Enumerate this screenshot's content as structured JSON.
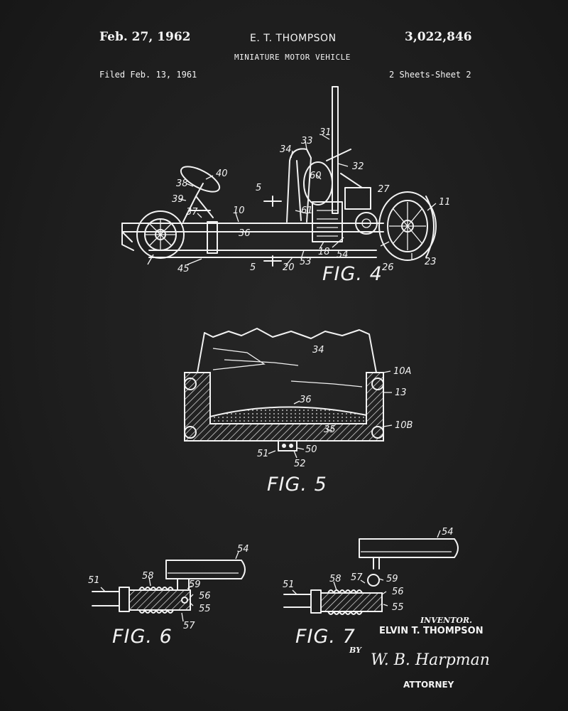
{
  "header": {
    "date": "Feb. 27, 1962",
    "inventor_name": "E. T. THOMPSON",
    "patent_number": "3,022,846",
    "title": "MINIATURE MOTOR VEHICLE",
    "filed": "Filed Feb. 13, 1961",
    "sheets": "2 Sheets-Sheet 2"
  },
  "fig4": {
    "caption": "FIG. 4",
    "labels": [
      "31",
      "33",
      "34",
      "32",
      "40",
      "60",
      "38",
      "5",
      "27",
      "11",
      "39",
      "37",
      "10",
      "61",
      "36",
      "45",
      "5",
      "20",
      "53",
      "18",
      "54",
      "26",
      "23"
    ]
  },
  "fig5": {
    "caption": "FIG. 5",
    "labels": [
      "34",
      "10A",
      "13",
      "36",
      "10B",
      "35",
      "51",
      "50",
      "52"
    ]
  },
  "fig6": {
    "caption": "FIG. 6",
    "labels": [
      "54",
      "51",
      "58",
      "59",
      "56",
      "55",
      "57"
    ]
  },
  "fig7": {
    "caption": "FIG. 7",
    "labels": [
      "54",
      "51",
      "58",
      "57",
      "59",
      "56",
      "55"
    ]
  },
  "footer": {
    "inventor_label": "INVENTOR.",
    "inventor_full_name": "ELVIN T. THOMPSON",
    "by": "BY",
    "signature": "W. B. Harpman",
    "attorney_label": "ATTORNEY"
  }
}
